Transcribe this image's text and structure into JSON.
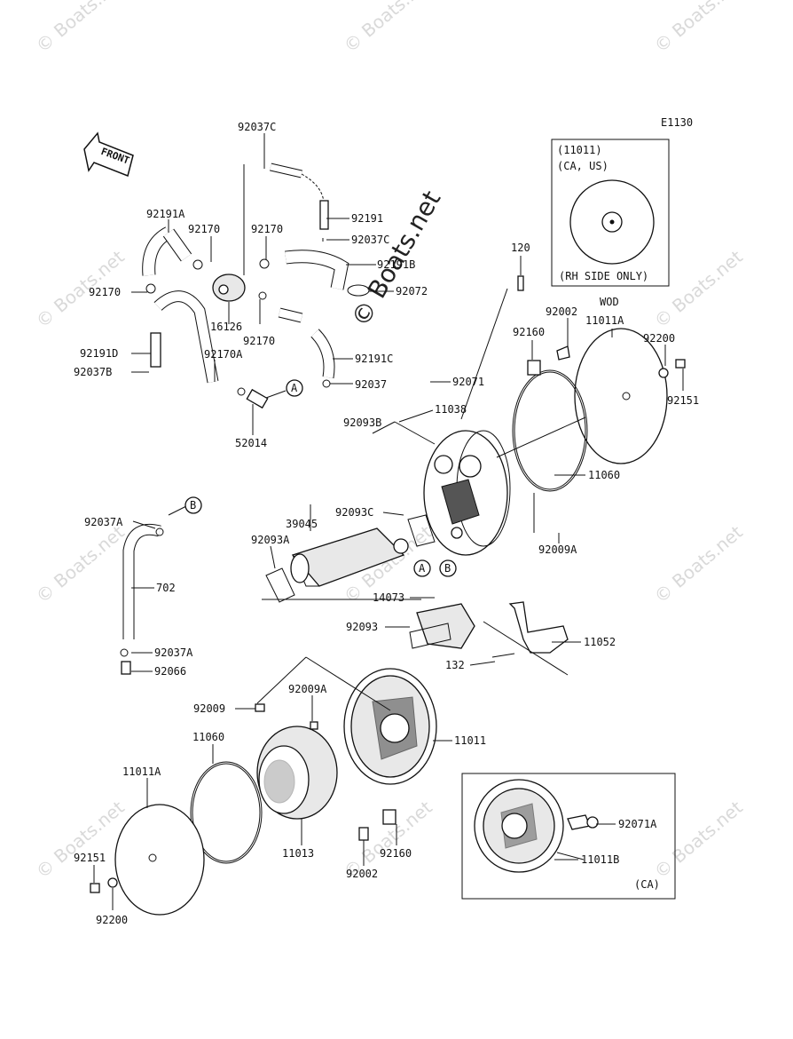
{
  "diagram": {
    "code": "E1130",
    "front_label": "FRONT",
    "watermark": "© Boats.net",
    "inset_top": {
      "line1": "(11011)",
      "line2": "(CA, US)",
      "note": "(RH SIDE ONLY)"
    },
    "inset_bottom": {
      "note": "(CA)"
    },
    "connectors": {
      "a": "A",
      "b": "B"
    },
    "labels": {
      "p92037C_top": "92037C",
      "p92191": "92191",
      "p92037C_mid": "92037C",
      "p92191A": "92191A",
      "p92170_a": "92170",
      "p92170_b": "92170",
      "p92191B": "92191B",
      "p92072": "92072",
      "p92170_c": "92170",
      "p16126": "16126",
      "p92170_d": "92170",
      "p92191D": "92191D",
      "p92170A": "92170A",
      "p92037B": "92037B",
      "p92191C": "92191C",
      "p92037": "92037",
      "p52014": "52014",
      "p120": "120",
      "p92002_top": "92002",
      "pWOD": "WOD",
      "p11011A_top": "11011A",
      "p92200_top": "92200",
      "p92160_top": "92160",
      "p92151_top": "92151",
      "p92071": "92071",
      "p11038": "11038",
      "p92093B": "92093B",
      "p11060_top": "11060",
      "p92037A_top": "92037A",
      "p39045": "39045",
      "p92093C": "92093C",
      "p92093A": "92093A",
      "p92009A_top": "92009A",
      "p702": "702",
      "p14073": "14073",
      "p92093": "92093",
      "p11052": "11052",
      "p132": "132",
      "p92037A_bot": "92037A",
      "p92066": "92066",
      "p92009": "92009",
      "p92009A_mid": "92009A",
      "p11011": "11011",
      "p11060_bot": "11060",
      "p11011A_bot": "11011A",
      "p11013": "11013",
      "p92151_bot": "92151",
      "p92200_bot": "92200",
      "p92002_bot": "92002",
      "p92160_bot": "92160",
      "p92071A": "92071A",
      "p11011B": "11011B"
    }
  }
}
